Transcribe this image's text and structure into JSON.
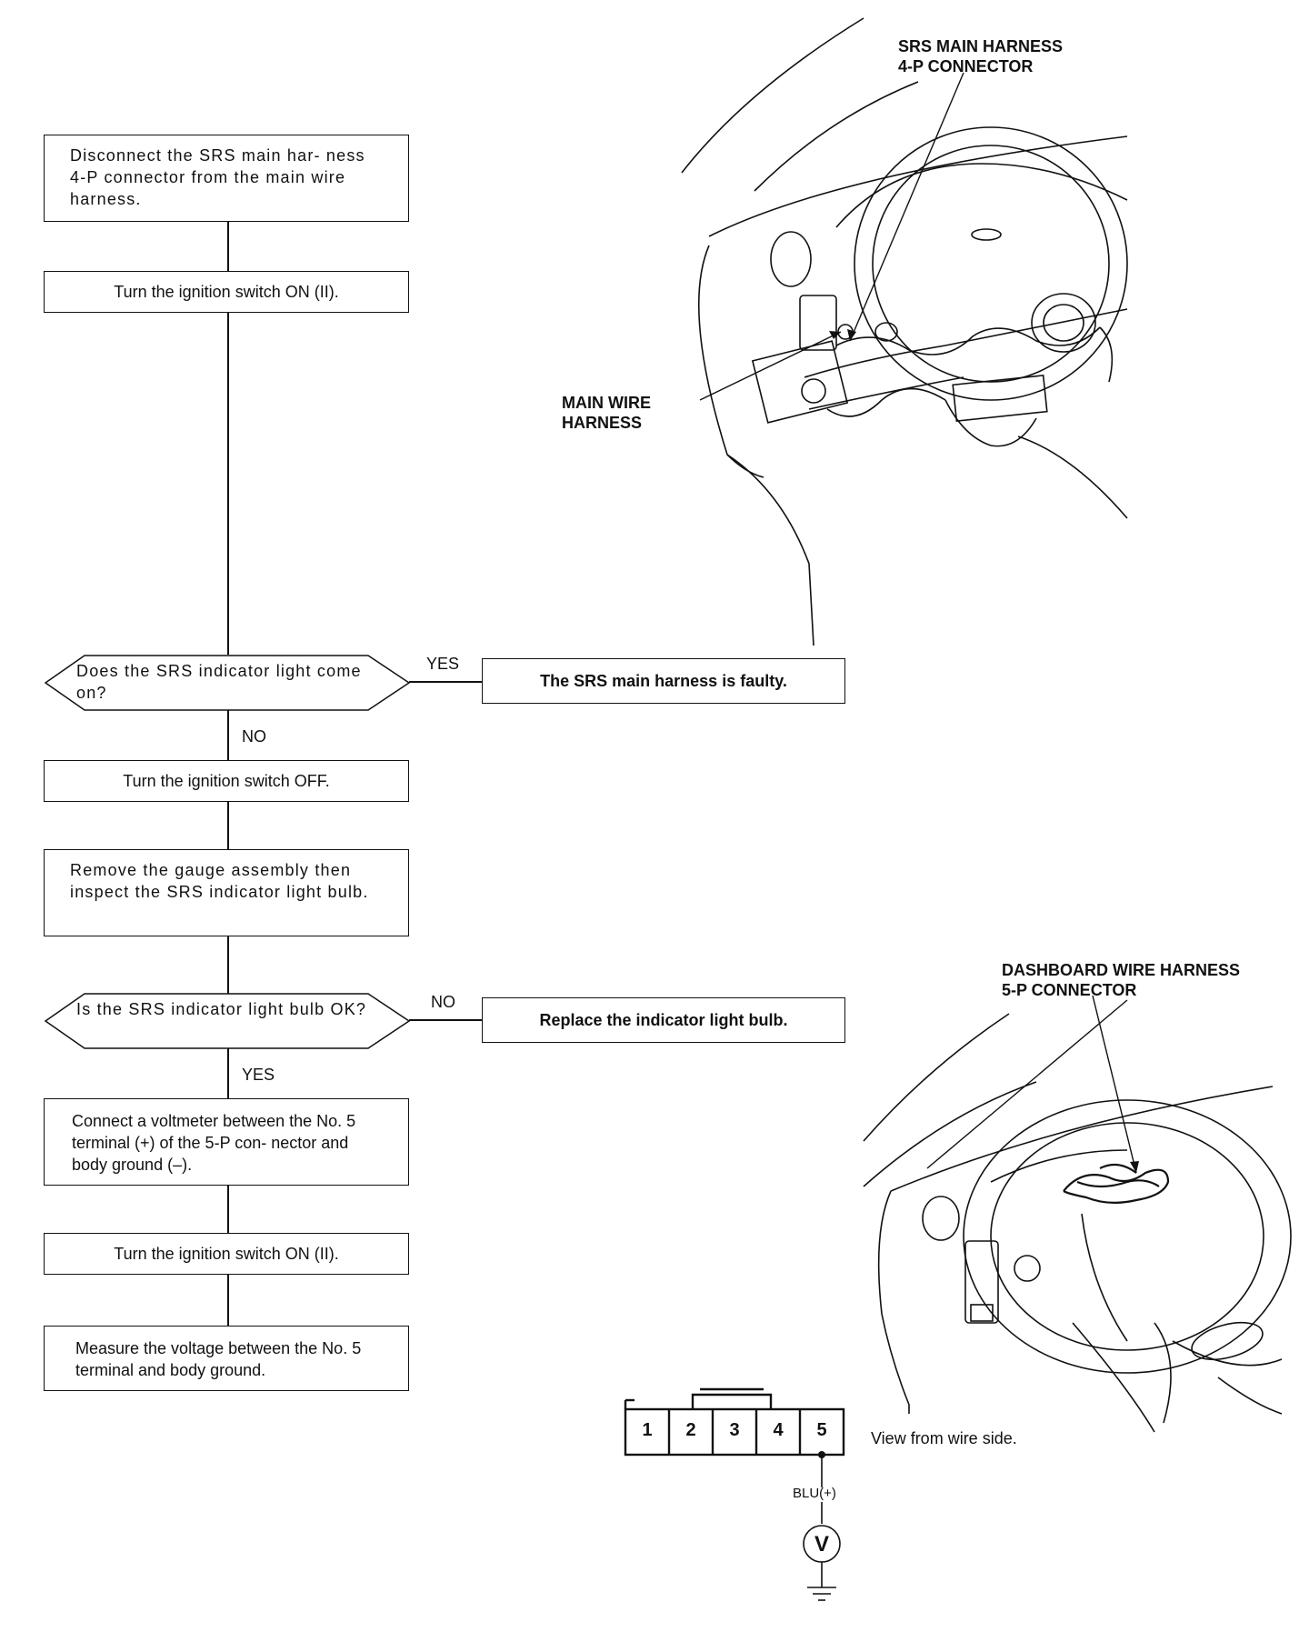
{
  "steps": {
    "step1": "Disconnect the SRS main har- ness 4-P connector from the main wire harness.",
    "step2": "Turn the ignition switch ON (II).",
    "step3": "Turn the ignition switch OFF.",
    "step4": "Remove the gauge assembly then inspect the SRS indicator light bulb.",
    "step5": "Connect a voltmeter between the No. 5 terminal (+) of the 5-P con- nector and body ground (–).",
    "step6": "Turn the ignition switch ON (II).",
    "step7": "Measure the voltage between the No. 5 terminal and body ground."
  },
  "decisions": {
    "d1": "Does the SRS indicator light come on?",
    "d2": "Is the SRS indicator light bulb OK?"
  },
  "outcomes": {
    "o1": "The SRS main harness is faulty.",
    "o2": "Replace the indicator light bulb."
  },
  "branch_labels": {
    "d1_yes": "YES",
    "d1_no": "NO",
    "d2_no": "NO",
    "d2_yes": "YES"
  },
  "callouts": {
    "srs_main_harness_line1": "SRS MAIN HARNESS",
    "srs_main_harness_line2": "4-P CONNECTOR",
    "main_wire_line1": "MAIN WIRE",
    "main_wire_line2": "HARNESS",
    "dashboard_line1": "DASHBOARD WIRE HARNESS",
    "dashboard_line2": "5-P CONNECTOR"
  },
  "connector": {
    "terminals": [
      "1",
      "2",
      "3",
      "4",
      "5"
    ],
    "view_note": "View from wire side.",
    "wire_label": "BLU(+)",
    "meter_symbol": "V"
  }
}
